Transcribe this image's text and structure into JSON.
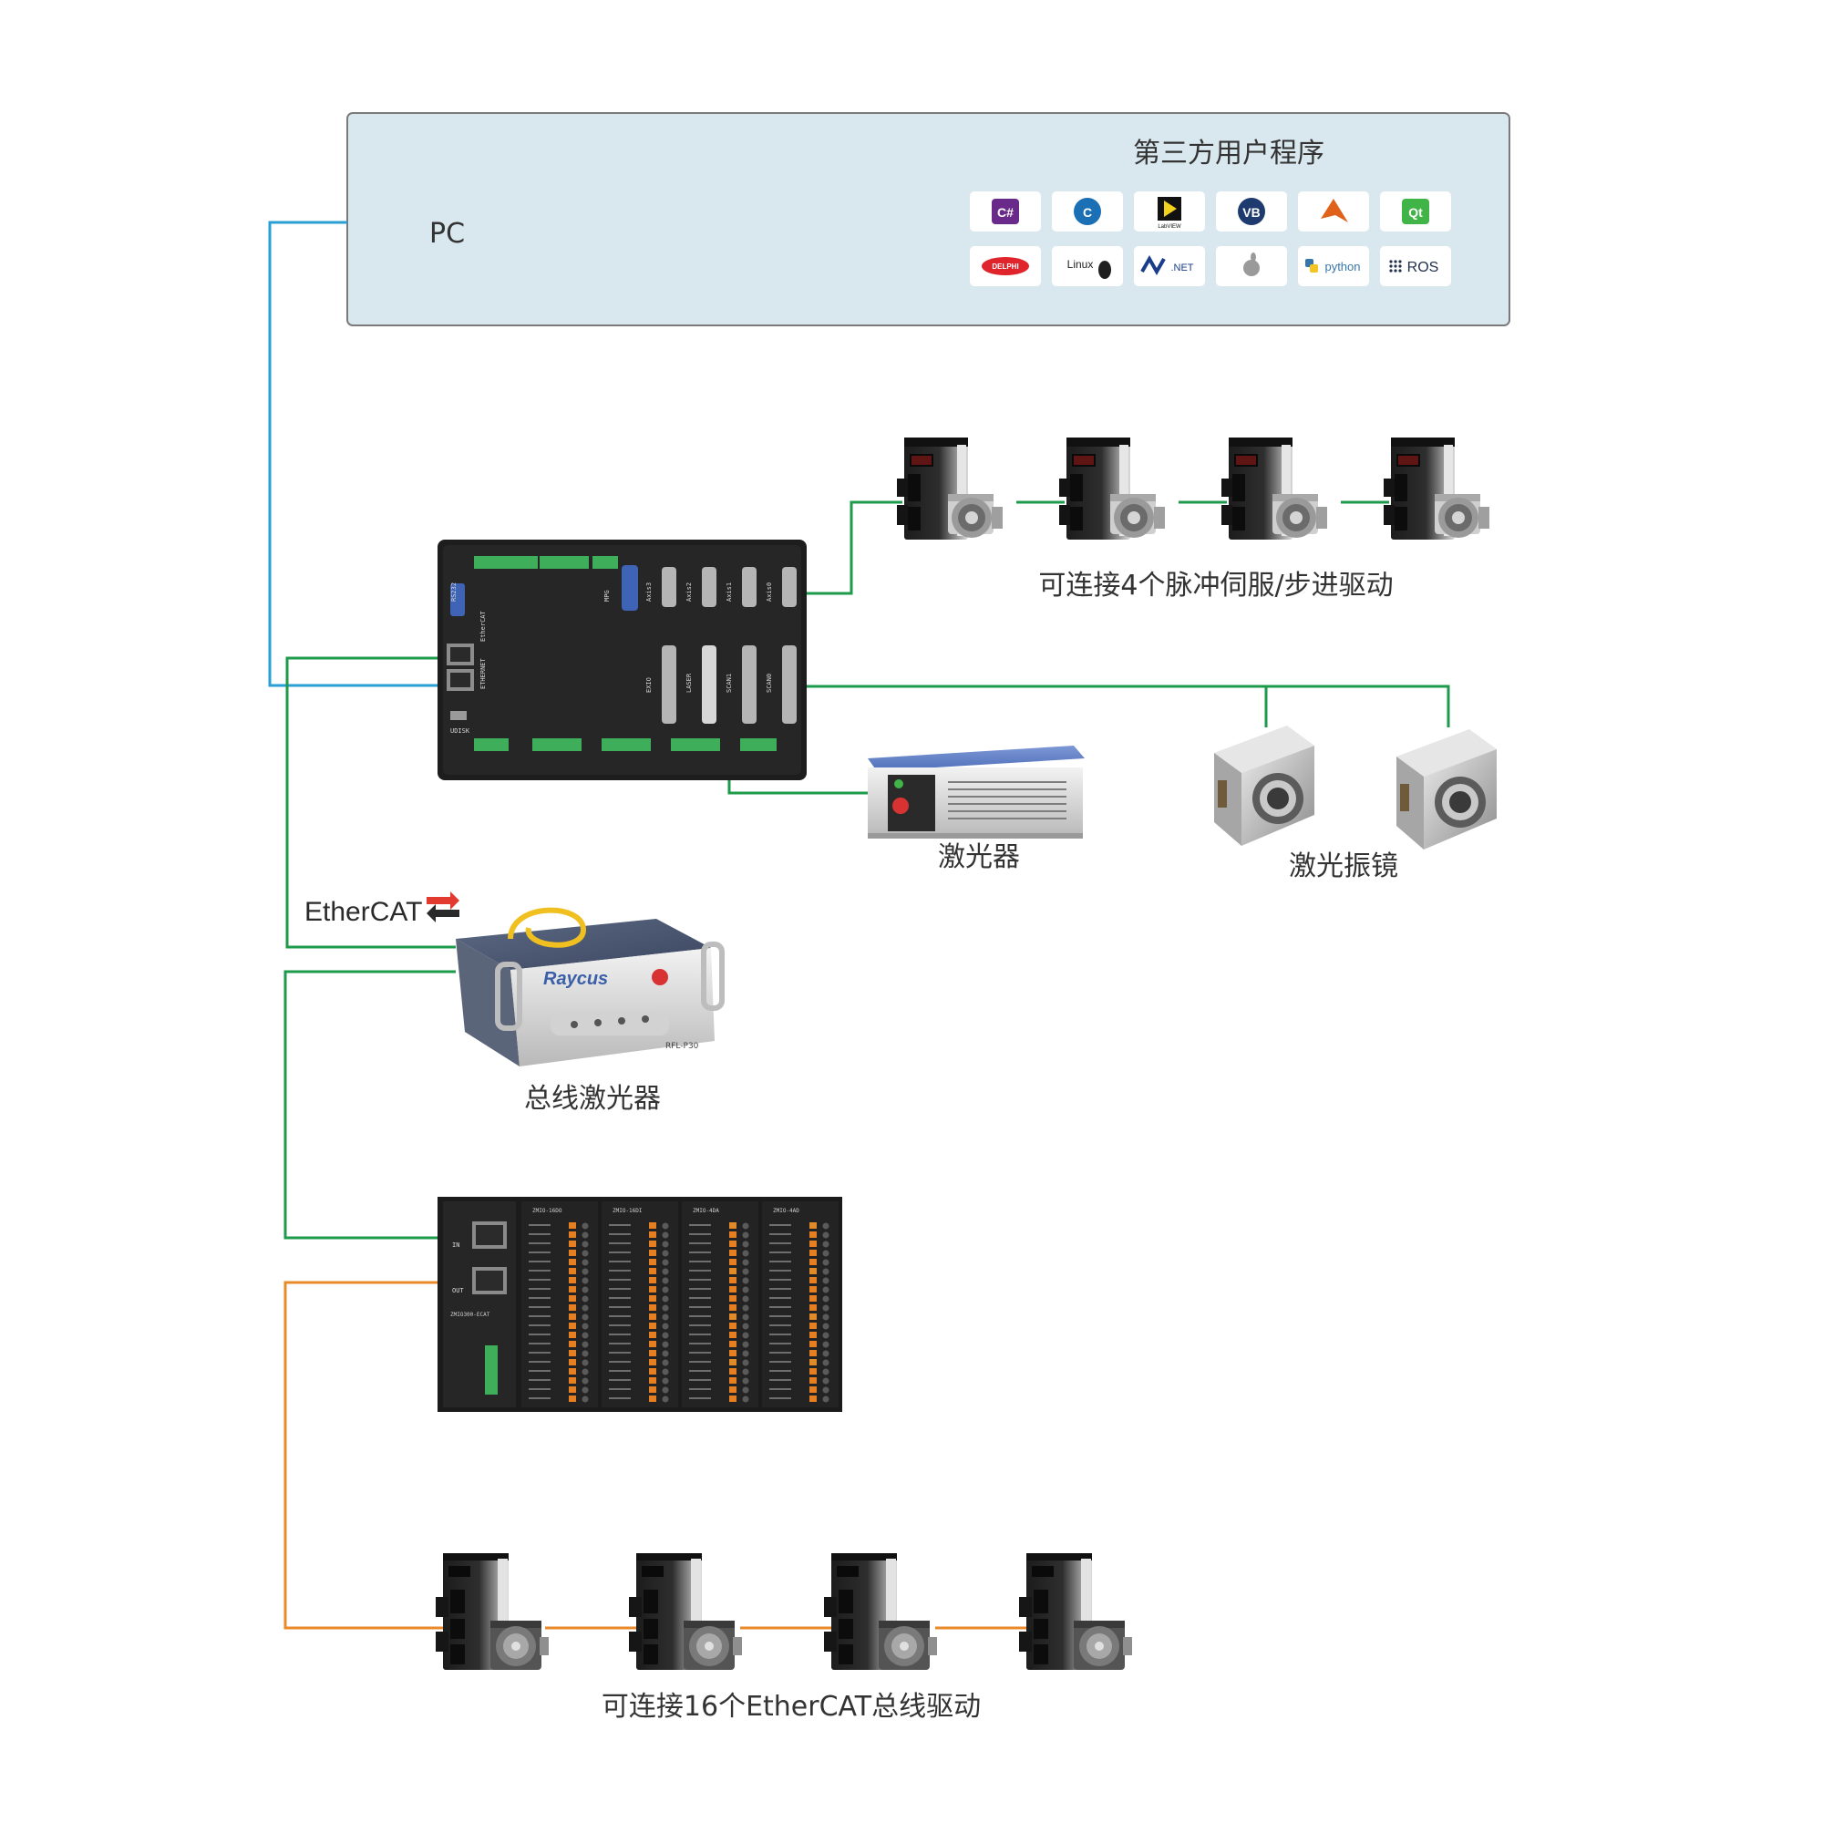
{
  "pc": {
    "label": "PC",
    "title": "第三方用户程序",
    "tiles": [
      {
        "text": "C#",
        "icon": "csharp-icon",
        "color": "#6a2a8a"
      },
      {
        "text": "C",
        "icon": "c-plus-icon",
        "color": "#1a6fb5"
      },
      {
        "text": "LabVIEW",
        "icon": "labview-icon",
        "color": "#111111"
      },
      {
        "text": "VB",
        "icon": "vb-icon",
        "color": "#1e3a6e"
      },
      {
        "text": "",
        "icon": "matlab-icon",
        "color": "#e0621a"
      },
      {
        "text": "Qt",
        "icon": "qt-icon",
        "color": "#41b447"
      },
      {
        "text": "DELPHI",
        "icon": "delphi-icon",
        "color": "#e0242b"
      },
      {
        "text": "Linux",
        "icon": "linux-icon",
        "color": "#222222"
      },
      {
        "text": ".NET",
        "icon": "dotnet-icon",
        "color": "#1a3d8a"
      },
      {
        "text": "",
        "icon": "apple-icon",
        "color": "#9a9a9a"
      },
      {
        "text": "python",
        "icon": "python-icon",
        "color": "#3776ab"
      },
      {
        "text": "ROS",
        "icon": "ros-icon",
        "color": "#22314e"
      }
    ]
  },
  "labels": {
    "pulse_drives": "可连接4个脉冲伺服/步进驱动",
    "laser": "激光器",
    "galvo": "激光振镜",
    "bus_laser": "总线激光器",
    "ethercat_drives": "可连接16个EtherCAT总线驱动",
    "ethercat_logo": "EtherCAT",
    "raycus": "Raycus",
    "raycus_model": "RFL-P30"
  },
  "controller": {
    "ports": [
      "RS232",
      "MPG",
      "Axis3",
      "Axis2",
      "Axis1",
      "Axis0",
      "EXIO",
      "LASER",
      "SCAN1",
      "SCAN0",
      "UDISK",
      "ETHERNET",
      "EtherCAT"
    ]
  },
  "io_module": {
    "coupler": "ZMIO300-ECAT",
    "in": "IN",
    "out": "OUT",
    "modules": [
      "ZMIO-16DO",
      "ZMIO-16DI",
      "ZMIO-4DA",
      "ZMIO-4AD"
    ]
  },
  "colors": {
    "ethernet": "#2a9fd6",
    "ethercat": "#1e9a4b",
    "pulse": "#1e9a4b",
    "ethercat_drive": "#e8892a"
  }
}
